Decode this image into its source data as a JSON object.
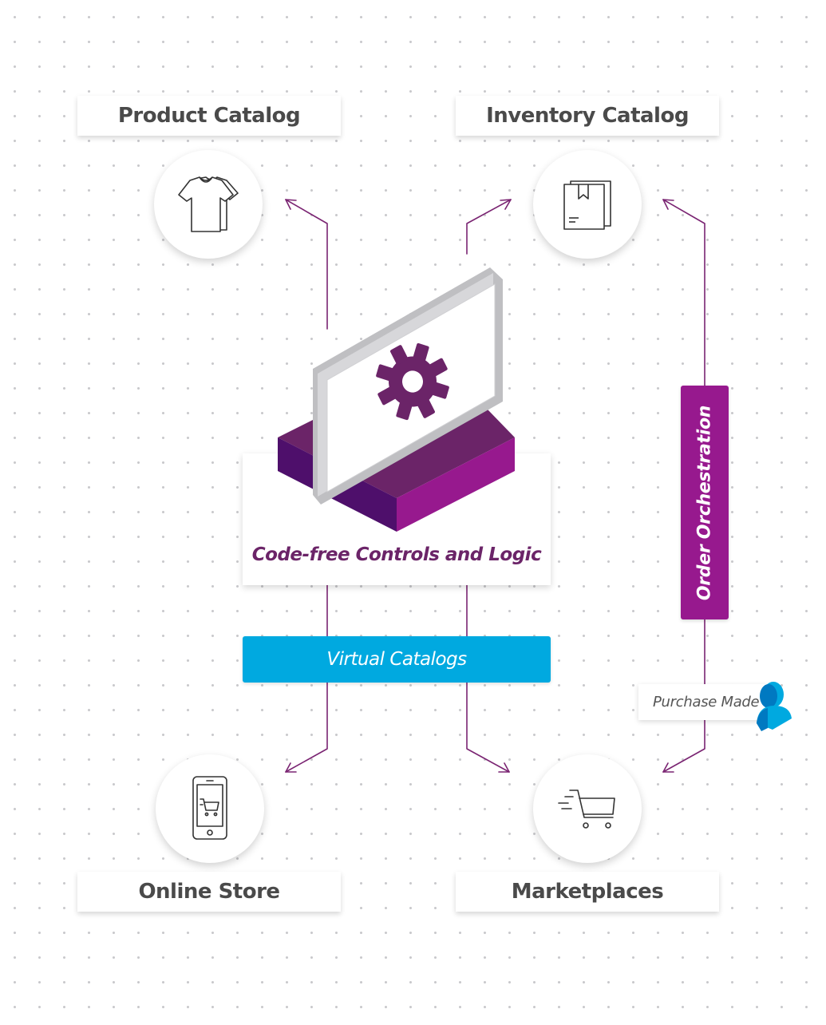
{
  "nodes": {
    "product_catalog": "Product Catalog",
    "inventory_catalog": "Inventory Catalog",
    "online_store": "Online Store",
    "marketplaces": "Marketplaces"
  },
  "center": {
    "label": "Code-free Controls and Logic"
  },
  "virtual_catalogs": "Virtual Catalogs",
  "order_orchestration": "Order Orchestration",
  "purchase_made": "Purchase Made",
  "colors": {
    "purple": "#97198e",
    "dark_purple": "#6b2468",
    "arrow": "#7a2472",
    "blue": "#00a9e0",
    "label_text": "#4a4a4a"
  },
  "icons": {
    "product_catalog": "tshirt-icon",
    "inventory_catalog": "box-icon",
    "online_store": "phone-cart-icon",
    "marketplaces": "shopping-cart-icon",
    "center": "gear-monitor-icon",
    "purchase": "person-icon"
  }
}
